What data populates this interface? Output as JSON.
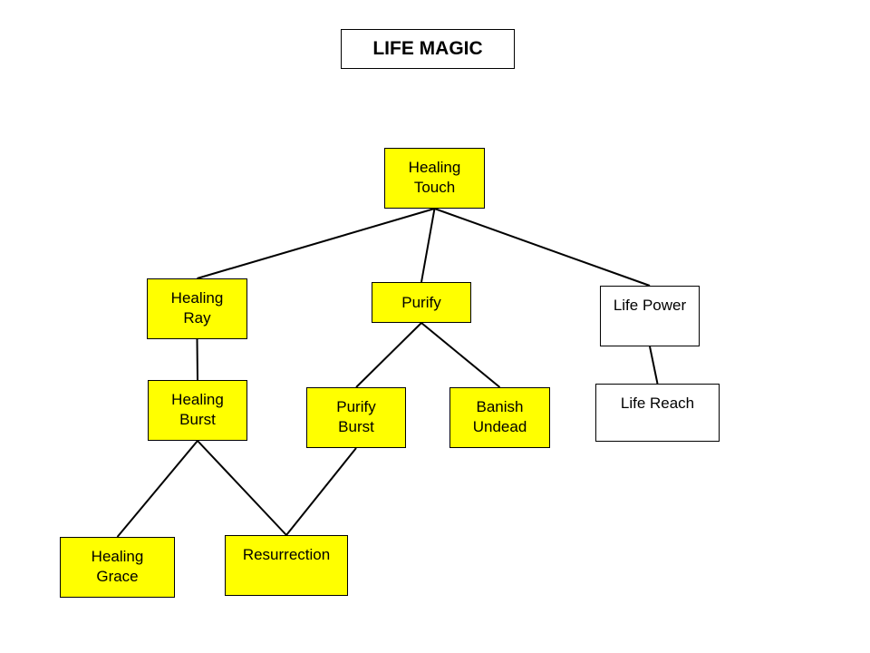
{
  "title": "LIFE MAGIC",
  "colors": {
    "learned": "#ffff00",
    "unlearned": "#ffffff",
    "line": "#000000"
  },
  "nodes": [
    {
      "id": "healing-touch",
      "label": "Healing\nTouch",
      "status": "learned"
    },
    {
      "id": "healing-ray",
      "label": "Healing\nRay",
      "status": "learned"
    },
    {
      "id": "purify",
      "label": "Purify",
      "status": "learned"
    },
    {
      "id": "life-power",
      "label": "Life Power",
      "status": "unlearned"
    },
    {
      "id": "healing-burst",
      "label": "Healing\nBurst",
      "status": "learned"
    },
    {
      "id": "purify-burst",
      "label": "Purify\nBurst",
      "status": "learned"
    },
    {
      "id": "banish-undead",
      "label": "Banish\nUndead",
      "status": "learned"
    },
    {
      "id": "life-reach",
      "label": "Life Reach",
      "status": "unlearned"
    },
    {
      "id": "healing-grace",
      "label": "Healing\nGrace",
      "status": "learned"
    },
    {
      "id": "resurrection",
      "label": "Resurrection",
      "status": "learned"
    }
  ],
  "edges": [
    [
      "healing-touch",
      "healing-ray"
    ],
    [
      "healing-touch",
      "purify"
    ],
    [
      "healing-touch",
      "life-power"
    ],
    [
      "healing-ray",
      "healing-burst"
    ],
    [
      "purify",
      "purify-burst"
    ],
    [
      "purify",
      "banish-undead"
    ],
    [
      "life-power",
      "life-reach"
    ],
    [
      "healing-burst",
      "healing-grace"
    ],
    [
      "healing-burst",
      "resurrection"
    ],
    [
      "purify-burst",
      "resurrection"
    ]
  ]
}
